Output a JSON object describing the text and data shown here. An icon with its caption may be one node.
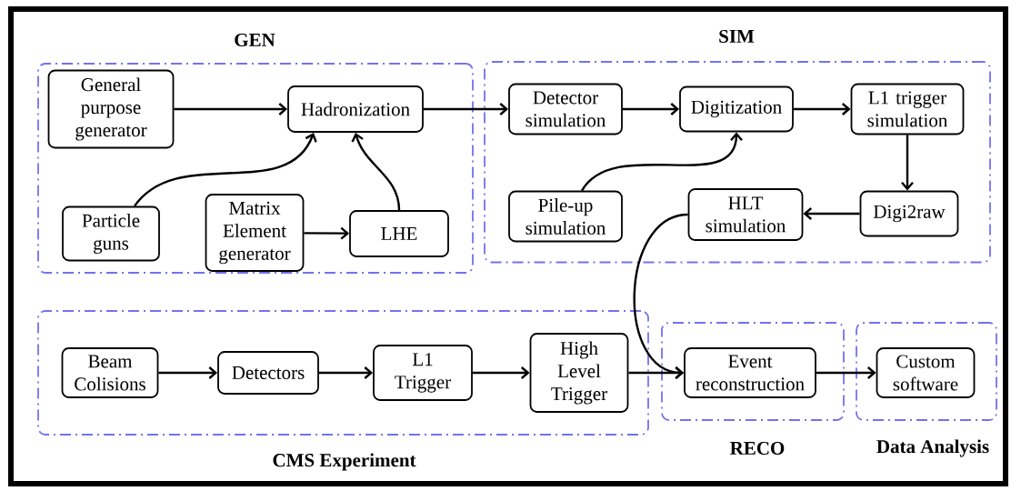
{
  "diagram": {
    "nodes": [
      {
        "text": [
          "GEN"
        ]
      },
      {
        "text": [
          "General purpose generator"
        ],
        "in": 0
      },
      {
        "text": [
          "Hadronization"
        ],
        "in": 0
      },
      {
        "text": [
          "Particle guns"
        ],
        "in": 0
      },
      {
        "text": [
          "Matrix Element generator"
        ],
        "in": 0
      },
      {
        "text": [
          "LHE"
        ],
        "in": 0
      },
      {
        "text": [
          "SIM"
        ]
      },
      {
        "text": [
          "Detector simulation"
        ],
        "in": 6
      },
      {
        "text": [
          "Digitization"
        ],
        "in": 6
      },
      {
        "text": [
          "L1 trigger simulation"
        ],
        "in": 6
      },
      {
        "text": [
          "Pile-up simulation"
        ],
        "in": 6
      },
      {
        "text": [
          "HLT simulation"
        ],
        "in": 6
      },
      {
        "text": [
          "Digi2raw"
        ],
        "in": 6
      },
      {
        "text": [
          "CMS Experiment"
        ]
      },
      {
        "text": [
          "Beam Colisions"
        ],
        "in": 13
      },
      {
        "text": [
          "Detectors"
        ],
        "in": 13
      },
      {
        "text": [
          "L1 Trigger"
        ],
        "in": 13
      },
      {
        "text": [
          "High Level Trigger"
        ],
        "in": 13
      },
      {
        "text": [
          "RECO"
        ]
      },
      {
        "text": [
          "Event reconstruction"
        ],
        "in": 18
      },
      {
        "text": [
          "Data Analysis"
        ]
      },
      {
        "text": [
          "Custom software"
        ],
        "in": 20
      }
    ],
    "edges": [
      {
        "from": 1,
        "to": 2,
        "arrow": "to"
      },
      {
        "from": 3,
        "to": 2,
        "arrow": "to"
      },
      {
        "from": 4,
        "to": 5,
        "arrow": "to"
      },
      {
        "from": 5,
        "to": 2,
        "arrow": "to"
      },
      {
        "from": 2,
        "to": 7,
        "arrow": "to"
      },
      {
        "from": 7,
        "to": 8,
        "arrow": "to"
      },
      {
        "from": 8,
        "to": 9,
        "arrow": "to"
      },
      {
        "from": 10,
        "to": 8,
        "arrow": "to"
      },
      {
        "from": 9,
        "to": 12,
        "arrow": "to"
      },
      {
        "from": 12,
        "to": 11,
        "arrow": "to"
      },
      {
        "from": 11,
        "to": 19,
        "arrow": "to"
      },
      {
        "from": 14,
        "to": 15,
        "arrow": "to"
      },
      {
        "from": 15,
        "to": 16,
        "arrow": "to"
      },
      {
        "from": 16,
        "to": 17,
        "arrow": "to"
      },
      {
        "from": 17,
        "to": 19,
        "arrow": "to"
      },
      {
        "from": 19,
        "to": 21,
        "arrow": "to"
      }
    ]
  }
}
